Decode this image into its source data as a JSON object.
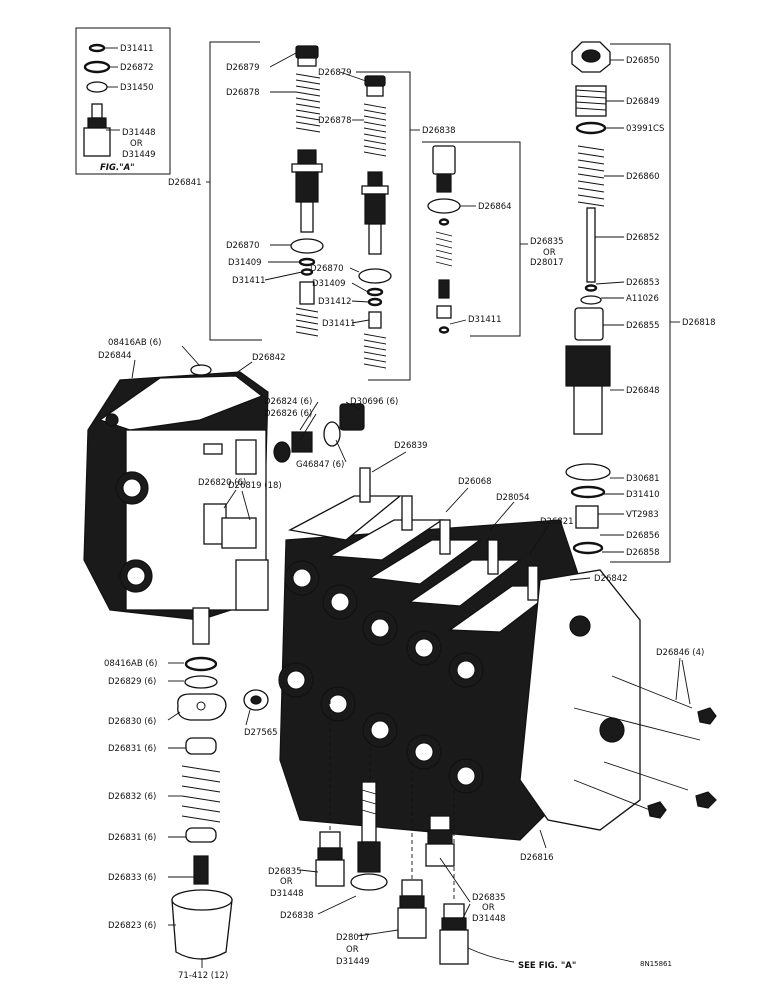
{
  "figure_a": {
    "title": "FIG.\"A\"",
    "labels": [
      "D31411",
      "D26872",
      "D31450",
      "D31448",
      "OR",
      "D31449"
    ]
  },
  "left_assembly": {
    "labels": [
      "D26879",
      "D26878",
      "D26841",
      "D26870",
      "D31409",
      "D31411"
    ]
  },
  "middle_assembly": {
    "labels": [
      "D26879",
      "D26878",
      "D26838",
      "D26870",
      "D31409",
      "D31412",
      "D31411"
    ]
  },
  "plug_assembly": {
    "labels": [
      "D26864",
      "D26835",
      "OR",
      "D28017",
      "D31411"
    ]
  },
  "right_assembly": {
    "labels": [
      "D26850",
      "D26849",
      "03991CS",
      "D26860",
      "D26852",
      "D26853",
      "A11026",
      "D26855",
      "D26818",
      "D26848",
      "D30681",
      "D31410",
      "VT2983",
      "D26856",
      "D26858"
    ]
  },
  "body": {
    "labels": [
      "08416AB (6)",
      "D26844",
      "D26842",
      "D26824 (6)",
      "D26826 (6)",
      "D30696 (6)",
      "G46847 (6)",
      "D26839",
      "D26068",
      "D28054",
      "D26821",
      "D26820 (6)",
      "D26819 (18)",
      "D26842",
      "D26846 (4)",
      "D27565",
      "D26816"
    ]
  },
  "spring_stack": {
    "labels": [
      "08416AB (6)",
      "D26829 (6)",
      "D26830 (6)",
      "D26831 (6)",
      "D26832 (6)",
      "D26831 (6)",
      "D26833 (6)",
      "D26823 (6)",
      "71-412 (12)"
    ]
  },
  "bottom_parts": {
    "labels": [
      "D26835",
      "OR",
      "D31448",
      "D26838",
      "D28017",
      "OR",
      "D31449",
      "D26835",
      "OR",
      "D31448",
      "SEE FIG. \"A\"",
      "8N15861"
    ]
  }
}
